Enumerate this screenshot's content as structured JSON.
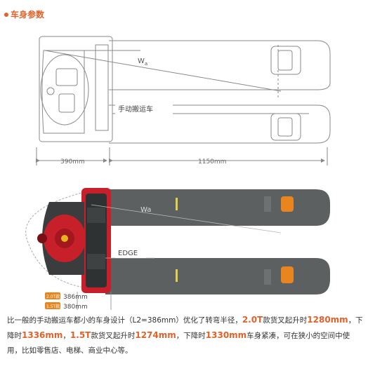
{
  "heading": "车身参数",
  "top_view": {
    "label": "手动搬运车",
    "angle_label": "W",
    "angle_sub": "a",
    "dim_left": "390mm",
    "dim_right": "1150mm"
  },
  "bottom_view": {
    "wa_label": "Wa",
    "edge_label": "EDGE",
    "legend": [
      {
        "badge": "2.0T款",
        "value": "386mm"
      },
      {
        "badge": "1.5T款",
        "value": "380mm"
      }
    ]
  },
  "description": {
    "p1": "比一般的手动搬运车都小的车身设计（L2=386mm）优化了转弯半径，",
    "h1": "2.0T",
    "p2": "款货叉起升时",
    "h2": "1280mm",
    "p3": "，下降时",
    "h3": "1336mm",
    "p4": "，",
    "h4": "1.5T",
    "p5": "款货叉起升时",
    "h5": "1274mm",
    "p6": "，下降时",
    "h6": "1330mm",
    "p7": "车身紧凑，可在狭小的空间中使用，比如零售店、电梯、商业中心等。"
  },
  "colors": {
    "accent": "#e0622a",
    "body_red": "#c8202b",
    "fork_gray": "#5d6061",
    "wheel_orange": "#e8851e"
  }
}
